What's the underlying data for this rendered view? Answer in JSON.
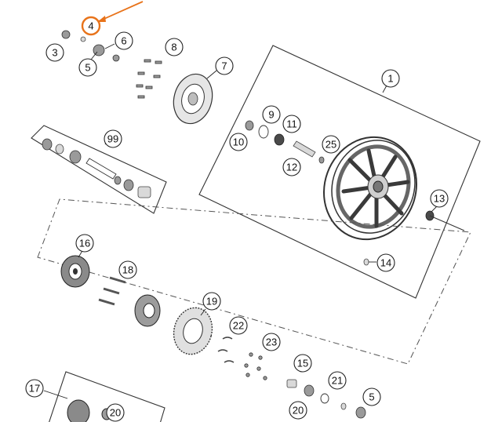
{
  "diagram": {
    "callouts": [
      {
        "id": "1",
        "label": "1"
      },
      {
        "id": "3",
        "label": "3"
      },
      {
        "id": "4",
        "label": "4"
      },
      {
        "id": "5a",
        "label": "5"
      },
      {
        "id": "5b",
        "label": "5"
      },
      {
        "id": "6",
        "label": "6"
      },
      {
        "id": "7",
        "label": "7"
      },
      {
        "id": "8",
        "label": "8"
      },
      {
        "id": "9",
        "label": "9"
      },
      {
        "id": "10",
        "label": "10"
      },
      {
        "id": "11",
        "label": "11"
      },
      {
        "id": "12",
        "label": "12"
      },
      {
        "id": "13",
        "label": "13"
      },
      {
        "id": "14",
        "label": "14"
      },
      {
        "id": "15",
        "label": "15"
      },
      {
        "id": "16",
        "label": "16"
      },
      {
        "id": "17",
        "label": "17"
      },
      {
        "id": "18",
        "label": "18"
      },
      {
        "id": "19",
        "label": "19"
      },
      {
        "id": "20a",
        "label": "20"
      },
      {
        "id": "20b",
        "label": "20"
      },
      {
        "id": "21",
        "label": "21"
      },
      {
        "id": "22",
        "label": "22"
      },
      {
        "id": "23",
        "label": "23"
      },
      {
        "id": "25",
        "label": "25"
      },
      {
        "id": "99",
        "label": "99"
      }
    ],
    "highlight": {
      "callout": "4",
      "color": "#e8731a"
    },
    "colors": {
      "line": "#222222",
      "part_fill": "#9a9a9a",
      "accent": "#e8731a"
    }
  }
}
